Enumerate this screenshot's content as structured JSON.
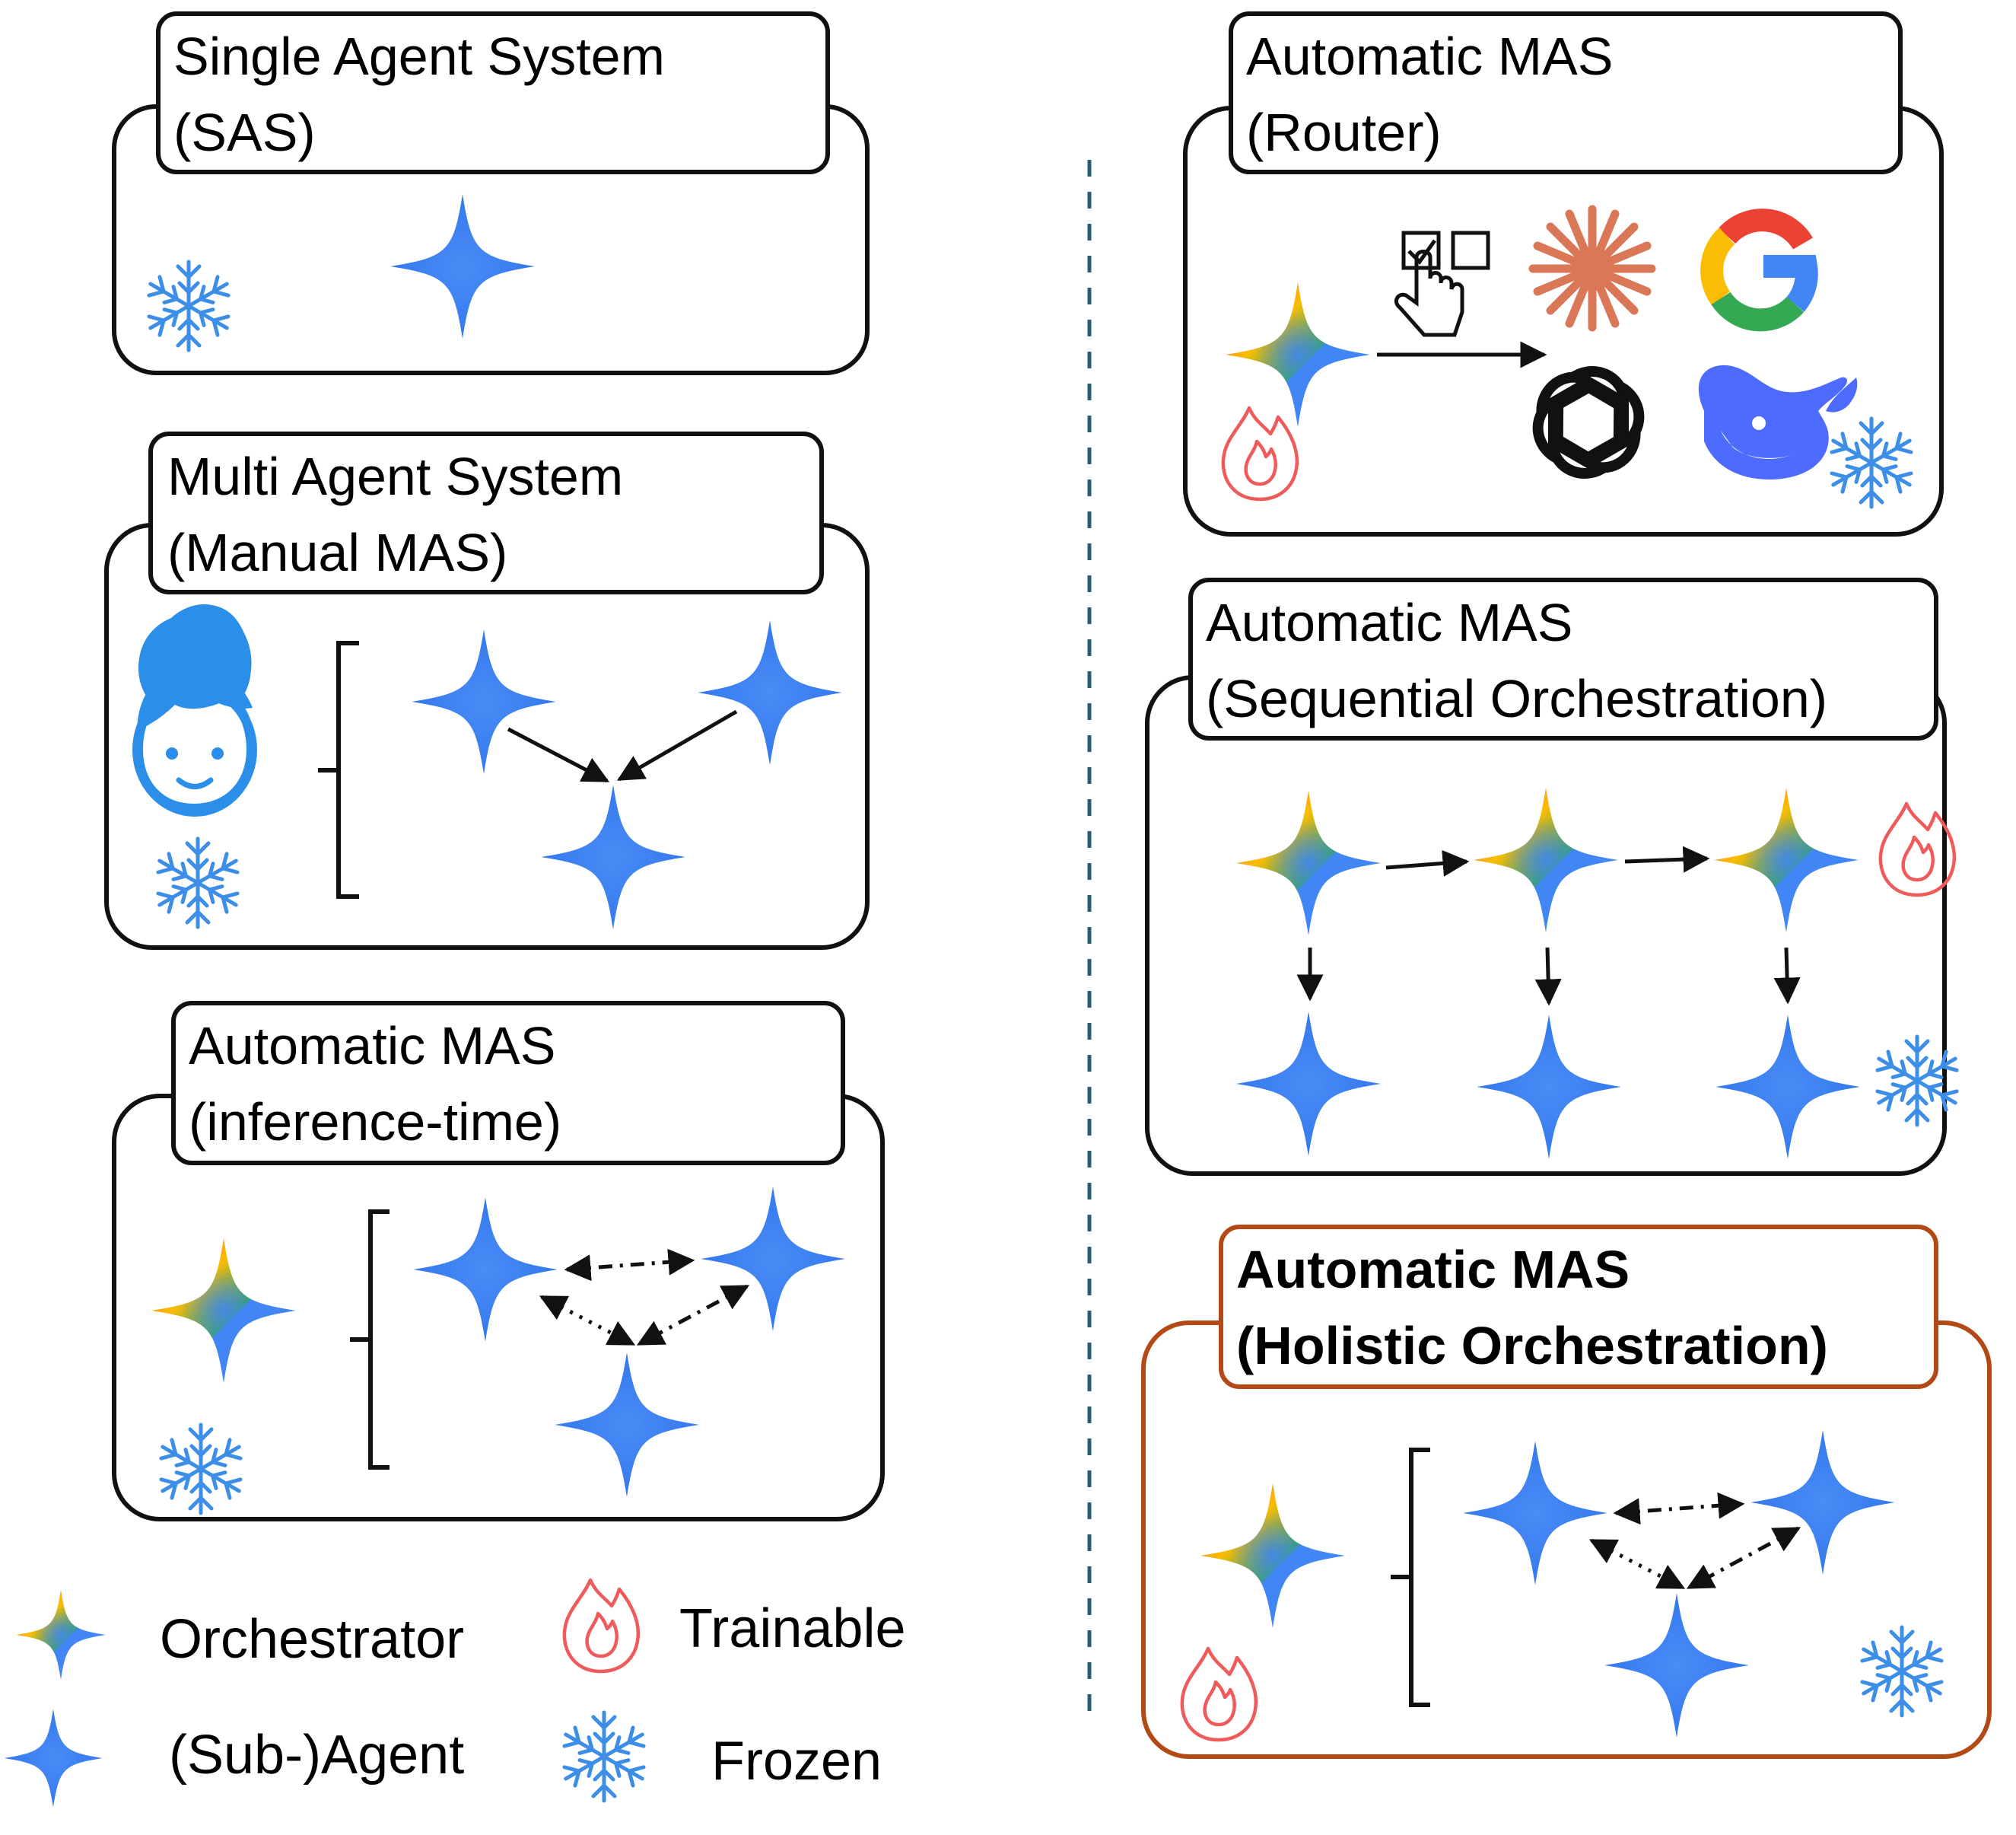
{
  "colors": {
    "agent_blue": "#3b7ef2",
    "border": "#111111",
    "highlight_border": "#b34a16",
    "flame": "#ef5b5b",
    "snow": "#3d8ee6",
    "divider": "#2b5c7a",
    "human": "#2b8ee8"
  },
  "panels": {
    "sas": {
      "title1": "Single Agent System",
      "title2": "(SAS)"
    },
    "manual": {
      "title1": "Multi Agent System",
      "title2": "(Manual MAS)"
    },
    "inference": {
      "title1": "Automatic MAS",
      "title2": "(inference-time)"
    },
    "router": {
      "title1": "Automatic MAS",
      "title2": "(Router)"
    },
    "sequential": {
      "title1": "Automatic MAS",
      "title2": "(Sequential Orchestration)"
    },
    "holistic": {
      "title1": "Automatic MAS",
      "title2": "(Holistic Orchestration)"
    }
  },
  "legend": {
    "orchestrator": "Orchestrator",
    "agent": "(Sub-)Agent",
    "trainable": "Trainable",
    "frozen": "Frozen"
  },
  "icons": [
    "orchestrator-star-icon",
    "agent-star-icon",
    "flame-icon",
    "snowflake-icon",
    "human-icon",
    "select-checkbox-icon",
    "anthropic-logo-icon",
    "google-logo-icon",
    "openai-logo-icon",
    "deepseek-whale-icon"
  ]
}
